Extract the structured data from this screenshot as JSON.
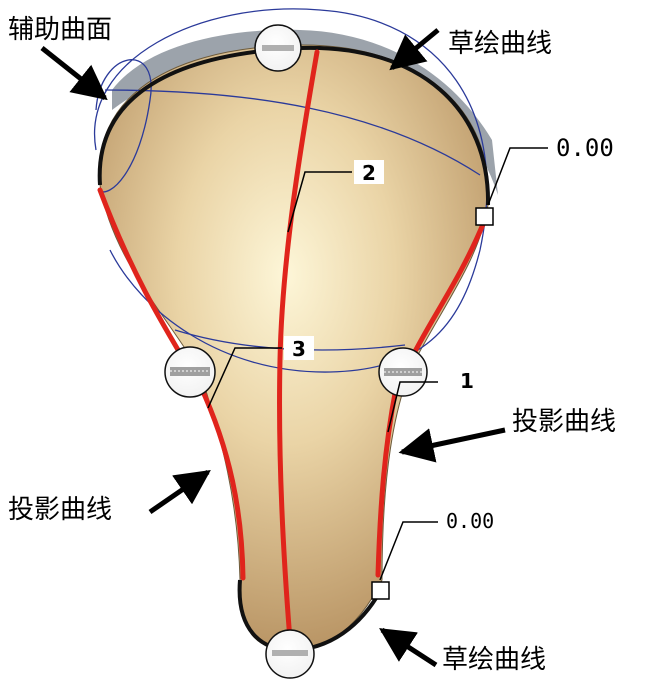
{
  "labels": {
    "aux_surface": "辅助曲面",
    "sketch_curve_top": "草绘曲线",
    "sketch_curve_bottom": "草绘曲线",
    "projected_curve_left": "投影曲线",
    "projected_curve_right": "投影曲线"
  },
  "dims": {
    "top_value": "0.00",
    "bottom_value": "0.00"
  },
  "tags": {
    "t1": "1",
    "t2": "2",
    "t3": "3"
  },
  "colors": {
    "surface_light": "#fbf3d0",
    "surface_dark": "#c9a97a",
    "projected_curve": "#e0241c",
    "aux_curve": "#2b3a9a",
    "sketch_curve": "#111111",
    "rim_shadow": "#8b939c"
  }
}
